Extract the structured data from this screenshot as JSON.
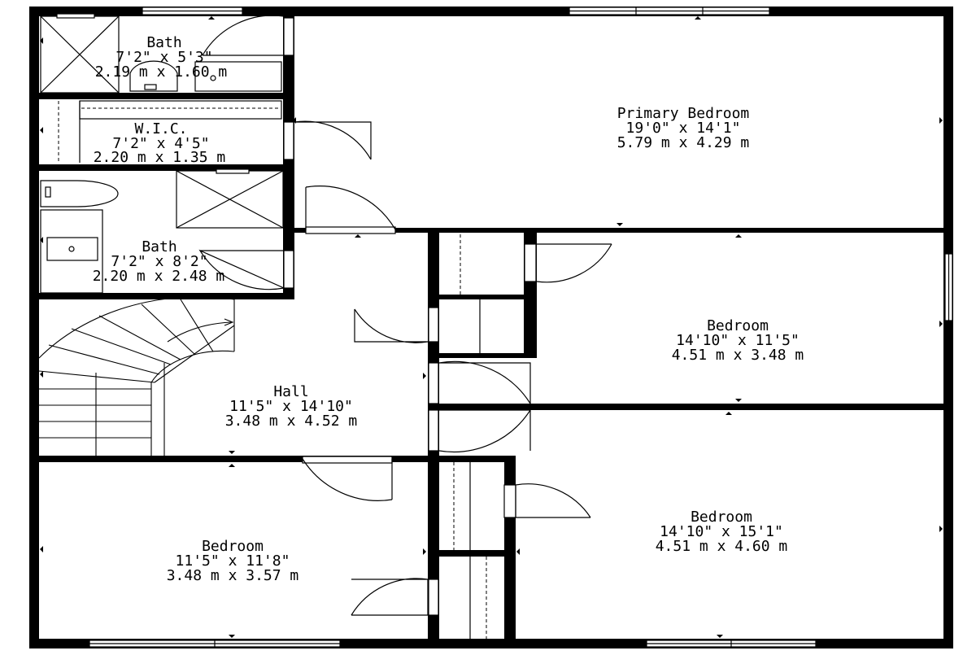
{
  "rooms": {
    "bath_top": {
      "name": "Bath",
      "imperial": "7'2\" x 5'3\"",
      "metric": "2.19 m x 1.60 m"
    },
    "wic": {
      "name": "W.I.C.",
      "imperial": "7'2\" x 4'5\"",
      "metric": "2.20 m x 1.35 m"
    },
    "bath_mid": {
      "name": "Bath",
      "imperial": "7'2\" x 8'2\"",
      "metric": "2.20 m x 2.48 m"
    },
    "primary_bedroom": {
      "name": "Primary Bedroom",
      "imperial": "19'0\" x 14'1\"",
      "metric": "5.79 m x 4.29 m"
    },
    "bedroom_east": {
      "name": "Bedroom",
      "imperial": "14'10\" x 11'5\"",
      "metric": "4.51 m x 3.48 m"
    },
    "hall": {
      "name": "Hall",
      "imperial": "11'5\" x 14'10\"",
      "metric": "3.48 m x 4.52 m"
    },
    "bedroom_sw": {
      "name": "Bedroom",
      "imperial": "11'5\" x 11'8\"",
      "metric": "3.48 m x 3.57 m"
    },
    "bedroom_se": {
      "name": "Bedroom",
      "imperial": "14'10\" x 15'1\"",
      "metric": "4.51 m x 4.60 m"
    }
  }
}
